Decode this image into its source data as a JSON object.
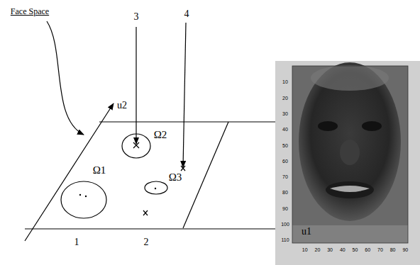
{
  "diagram": {
    "labels": [
      "Face Space",
      "3",
      "4",
      "u2",
      "Ω2",
      "Ω1",
      "Ω3",
      "u1",
      "1",
      "2",
      "10",
      "20",
      "30",
      "40",
      "50",
      "60",
      "70",
      "80",
      "90",
      "100",
      "110",
      "10",
      "20",
      "30",
      "40",
      "50",
      "60",
      "70",
      "80",
      "90"
    ]
  }
}
